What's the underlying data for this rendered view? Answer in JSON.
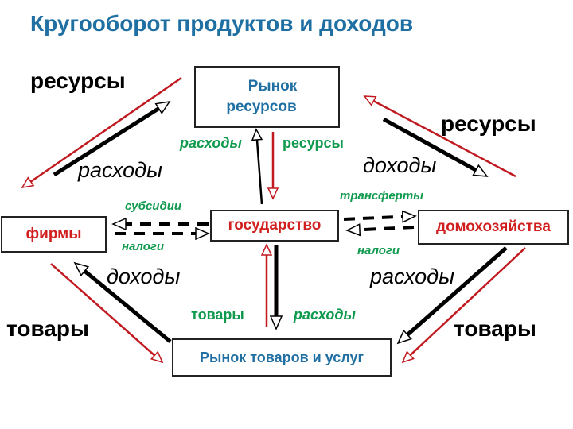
{
  "title": "Кругооборот продуктов и доходов",
  "boxes": {
    "resource_market_line1": "Рынок",
    "resource_market_line2": "ресурсов",
    "state": "государство",
    "firms": "фирмы",
    "households": "домохозяйства",
    "goods_market": "Рынок товаров и услуг"
  },
  "labels": {
    "resources_left": "ресурсы",
    "resources_right": "ресурсы",
    "spending_left": "расходы",
    "income_right": "доходы",
    "income_left": "доходы",
    "spending_right": "расходы",
    "goods_left": "товары",
    "goods_right": "товары",
    "state_spending_top": "расходы",
    "state_resources_top": "ресурсы",
    "state_goods_bottom": "товары",
    "state_spending_bottom": "расходы",
    "subsidies": "субсидии",
    "taxes_firms": "налоги",
    "transfers": "трансферты",
    "taxes_households": "налоги"
  },
  "colors": {
    "title": "#1f6fa3",
    "box_text_blue": "#1f6fa3",
    "box_text_red": "#d11f1f",
    "green_labels": "#0f9a4e",
    "red_arrow": "#c0191f",
    "black_arrow": "#000000"
  }
}
